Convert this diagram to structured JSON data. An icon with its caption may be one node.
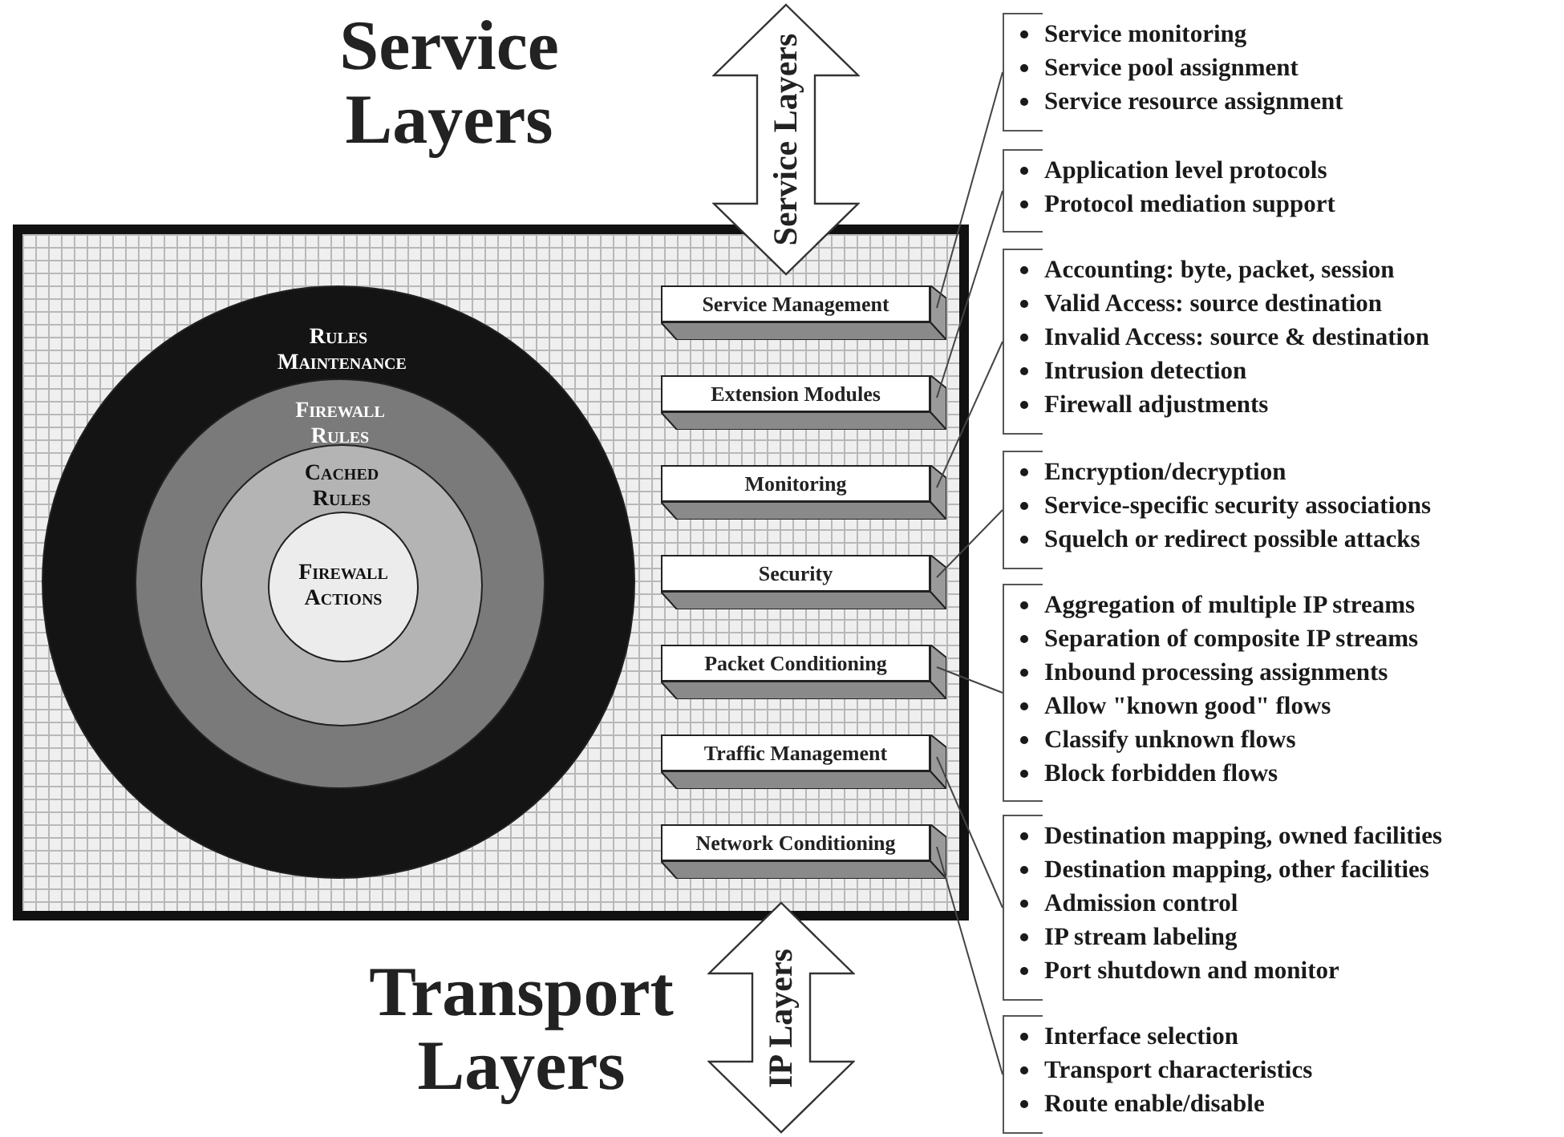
{
  "diagram": {
    "nodes": [
      {
        "text": [],
        "shape": "box"
      },
      {
        "text": [
          "Rules Maintenance"
        ],
        "in": 0
      },
      {
        "text": [
          "Firewall Rules"
        ],
        "in": 1
      },
      {
        "text": [
          "Cached Rules"
        ],
        "in": 2
      },
      {
        "text": [
          "Firewall Actions"
        ],
        "in": 3
      },
      {
        "text": [
          "Service Management"
        ],
        "in": 0
      },
      {
        "text": [
          "Extension Modules"
        ],
        "in": 0
      },
      {
        "text": [
          "Monitoring"
        ],
        "in": 0
      },
      {
        "text": [
          "Security"
        ],
        "in": 0
      },
      {
        "text": [
          "Packet Conditioning"
        ],
        "in": 0
      },
      {
        "text": [
          "Traffic Management"
        ],
        "in": 0
      },
      {
        "text": [
          "Network Conditioning"
        ],
        "in": 0
      },
      {
        "text": [
          "Service monitoring",
          "Service pool assignment",
          "Service resource assignment"
        ]
      },
      {
        "text": [
          "Application level protocols",
          "Protocol mediation support"
        ]
      },
      {
        "text": [
          "Accounting: byte, packet, session",
          "Valid Access: source  destination",
          "Invalid Access: source & destination",
          "Intrusion detection",
          "Firewall adjustments"
        ]
      },
      {
        "text": [
          "Encryption/decryption",
          "Service-specific security associations",
          "Squelch or redirect possible attacks"
        ]
      },
      {
        "text": [
          "Aggregation of multiple IP streams",
          "Separation of composite IP streams",
          "Inbound processing assignments",
          "Allow \"known good\" flows",
          "Classify unknown flows",
          "Block forbidden flows"
        ]
      },
      {
        "text": [
          "Destination mapping, owned facilities",
          "Destination mapping, other facilities",
          "Admission control",
          "IP stream labeling",
          "Port shutdown and monitor"
        ]
      },
      {
        "text": [
          "Interface selection",
          "Transport characteristics",
          "Route enable/disable"
        ]
      },
      {
        "text": [
          "Service Layers"
        ]
      },
      {
        "text": [
          "IP Layers"
        ]
      }
    ],
    "edges": [
      {
        "from": 5,
        "to": 12,
        "arrow": "none"
      },
      {
        "from": 6,
        "to": 13,
        "arrow": "none"
      },
      {
        "from": 7,
        "to": 14,
        "arrow": "none"
      },
      {
        "from": 8,
        "to": 15,
        "arrow": "none"
      },
      {
        "from": 9,
        "to": 16,
        "arrow": "none"
      },
      {
        "from": 10,
        "to": 17,
        "arrow": "none"
      },
      {
        "from": 11,
        "to": 18,
        "arrow": "none"
      }
    ],
    "labels": [
      "Service Layers",
      "Transport Layers"
    ]
  }
}
